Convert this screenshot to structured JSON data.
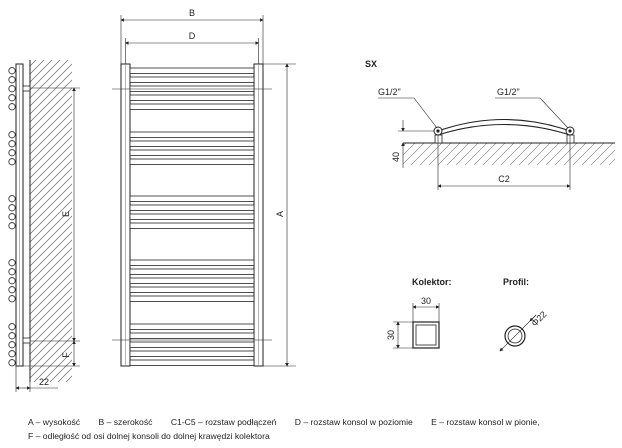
{
  "side_view": {
    "dim_e": "E",
    "dim_f": "F",
    "dim_22": "22"
  },
  "front_view": {
    "dim_b": "B",
    "dim_d": "D",
    "dim_a": "A"
  },
  "sx_view": {
    "title": "SX",
    "conn_left": "G1/2\"",
    "conn_right": "G1/2\"",
    "dim_height": "40",
    "dim_c2": "C2"
  },
  "collector": {
    "title": "Kolektor:",
    "width": "30",
    "height": "30"
  },
  "profile": {
    "title": "Profil:",
    "diameter": "Φ22"
  },
  "legend": {
    "a": "A – wysokość",
    "b": "B – szerokość",
    "c": "C1-C5 – rozstaw podłączeń",
    "d": "D – rozstaw konsol w poziomie",
    "e": "E – rozstaw konsol w pionie,",
    "f": "F – odległość od osi dolnej konsoli do dolnej krawędzi kolektora"
  }
}
